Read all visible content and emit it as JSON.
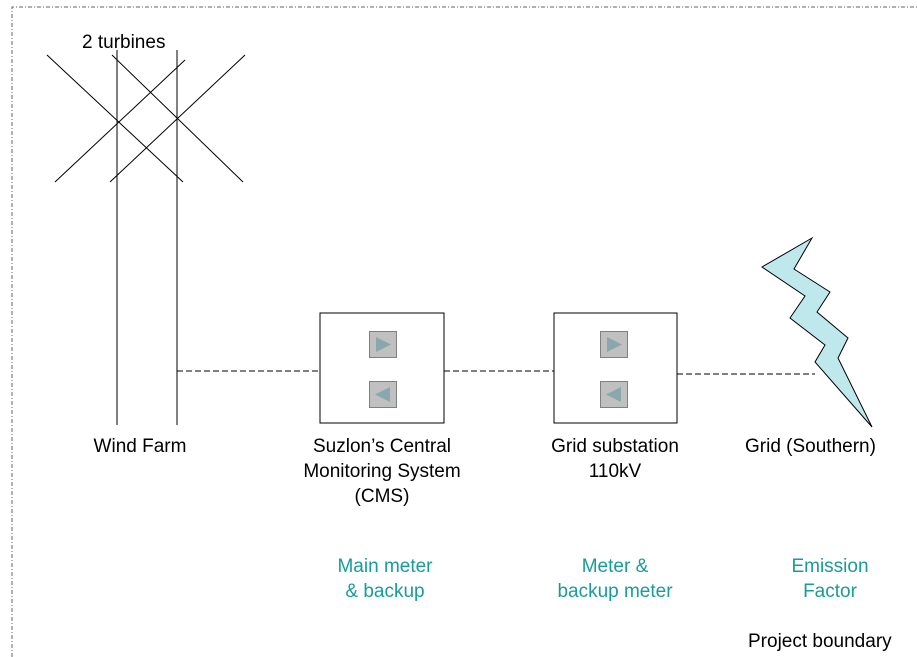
{
  "diagram": {
    "turbines_label": "2 turbines",
    "nodes": [
      {
        "id": "wind-farm",
        "label_lines": [
          "Wind Farm"
        ]
      },
      {
        "id": "cms",
        "label_lines": [
          "Suzlon’s Central",
          "Monitoring System",
          "(CMS)"
        ],
        "meter_lines": [
          "Main meter",
          "& backup"
        ]
      },
      {
        "id": "grid-substation",
        "label_lines": [
          "Grid substation",
          "110kV"
        ],
        "meter_lines": [
          "Meter &",
          "backup meter"
        ]
      },
      {
        "id": "grid",
        "label_lines": [
          "Grid (Southern)"
        ],
        "meter_lines": [
          "Emission",
          "Factor"
        ]
      }
    ],
    "boundary_label": "Project boundary",
    "colors": {
      "meter_text": "#1a9a9a",
      "lightning_fill": "#bfe8ec",
      "arrow_fill": "#8aa7ad",
      "button_bg": "#c0c0c0"
    }
  }
}
